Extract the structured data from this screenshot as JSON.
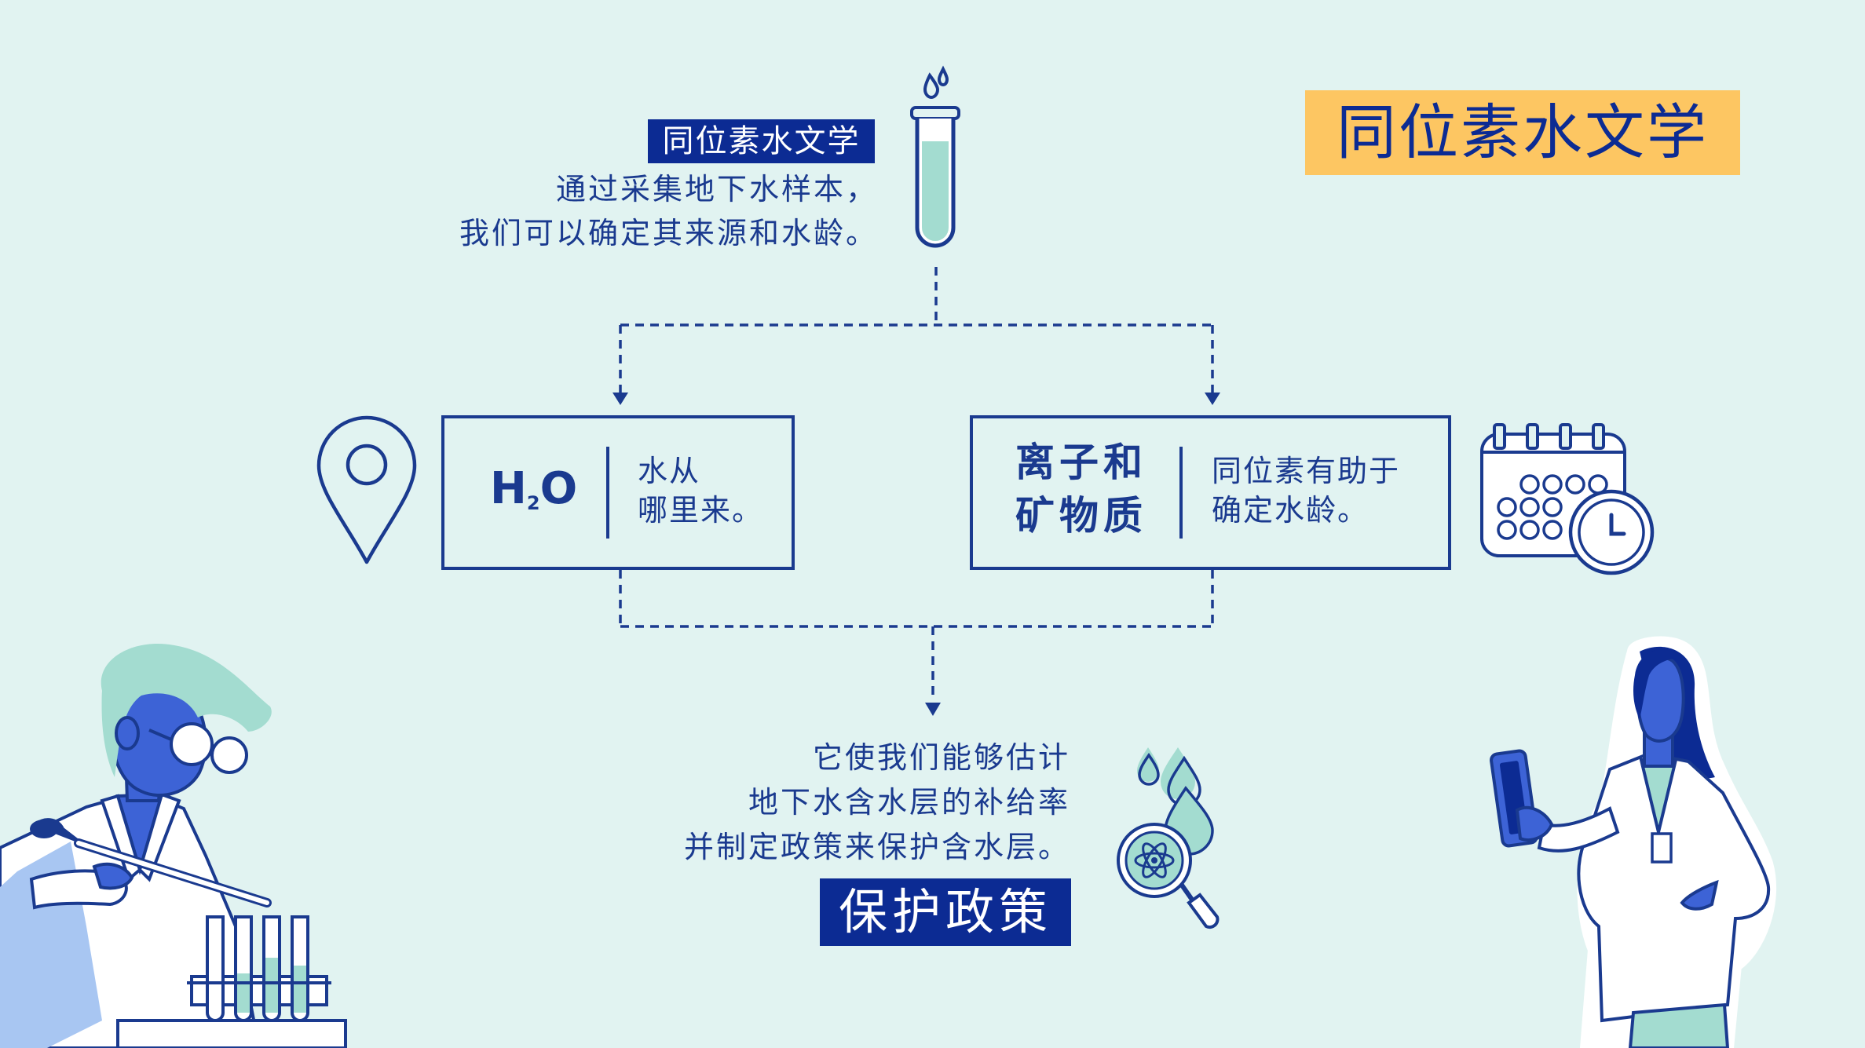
{
  "title": "同位素水文学",
  "intro": {
    "heading": "同位素水文学",
    "lines": [
      "通过采集地下水样本，",
      "我们可以确定其来源和水龄。"
    ]
  },
  "left_box": {
    "symbol_main": "H",
    "symbol_sub": "2",
    "symbol_tail": "O",
    "lines": [
      "水从",
      "哪里来。"
    ]
  },
  "right_box": {
    "title_lines": [
      "离子和",
      "矿物质"
    ],
    "lines": [
      "同位素有助于",
      "确定水龄。"
    ]
  },
  "result": {
    "lines": [
      "它使我们能够估计",
      "地下水含水层的补给率",
      "并制定政策来保护含水层。"
    ],
    "badge": "保护政策"
  },
  "colors": {
    "background": "#e1f3f1",
    "navy": "#0c2b93",
    "line_blue": "#1a3a8f",
    "accent_yellow": "#fdc662",
    "mint": "#a3dcd0",
    "skin_blue": "#3d63d6"
  },
  "icons": [
    "test-tube-icon",
    "location-pin-icon",
    "calendar-clock-icon",
    "water-drops-magnifier-icon"
  ]
}
